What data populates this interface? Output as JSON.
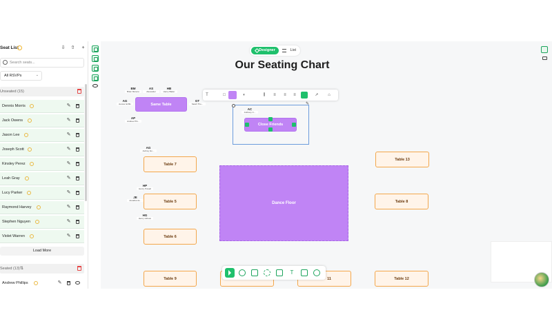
{
  "sidebar": {
    "title": "Seat List",
    "search": {
      "placeholder": "Search seats...",
      "value": ""
    },
    "rsvp_filter": "All RSVPs",
    "unseated": {
      "label": "Unseated (15)",
      "guests": [
        "Dennis Morris",
        "Jack Owens",
        "Jason Lee",
        "Joseph Scott",
        "Kinsley Perez",
        "Leah Gray",
        "Lucy Parker",
        "Raymond Harvey",
        "Stephen Nguyen",
        "Violet Warren"
      ]
    },
    "load_more": "Load More",
    "seated": {
      "label": "Seated (13)",
      "guests": [
        "Andrew Phillips"
      ]
    }
  },
  "canvas": {
    "view_toggle": {
      "designer": "Designer",
      "list": "List"
    },
    "title": "Our Seating Chart",
    "dance_floor": "Dance Floor",
    "tables": {
      "same": "Same Table",
      "close_friends": "Close Friends",
      "t7": "Table 7",
      "t5": "Table 5",
      "t6": "Table 6",
      "t9": "Table 9",
      "t11": "11",
      "t12": "Table 12",
      "t8": "Table 8",
      "t13": "Table 13"
    },
    "seats": [
      {
        "initials": "BM",
        "name": "Brian Moreno"
      },
      {
        "initials": "AS",
        "name": "Alexander"
      },
      {
        "initials": "HB",
        "name": "Henry Baker"
      },
      {
        "initials": "AG",
        "name": "Aurora Griffin"
      },
      {
        "initials": "GT",
        "name": "Sarah Tho..."
      },
      {
        "initials": "AP",
        "name": "Andrew Phi..."
      },
      {
        "initials": "AC",
        "name": "Anthony C..."
      },
      {
        "initials": "AG",
        "name": "Aubrey Go..."
      },
      {
        "initials": "HP",
        "name": "Henry Powell"
      },
      {
        "initials": "JE",
        "name": "Jonathan E..."
      },
      {
        "initials": "HG",
        "name": "Henry Gibson"
      }
    ]
  },
  "colors": {
    "accent": "#1fc06c",
    "table_fill": "#fff4e9",
    "table_border": "#f3a64a",
    "purple": "#c084f5"
  }
}
